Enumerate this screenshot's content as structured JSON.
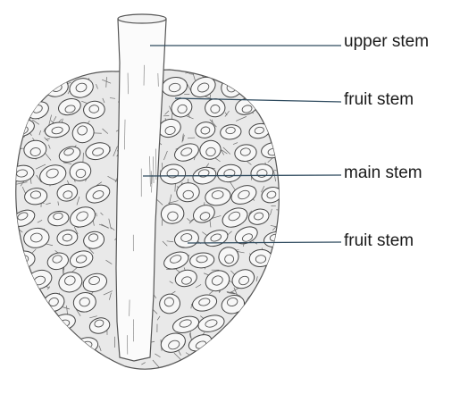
{
  "diagram": {
    "labels": {
      "upper_stem": "upper stem",
      "fruit_stem_top": "fruit stem",
      "main_stem": "main stem",
      "fruit_stem_bottom": "fruit stem"
    },
    "colors": {
      "background": "#ffffff",
      "ink": "#3a3a3a",
      "stem_fill": "#fbfbfb",
      "leader_line": "#2e4a5e"
    }
  }
}
